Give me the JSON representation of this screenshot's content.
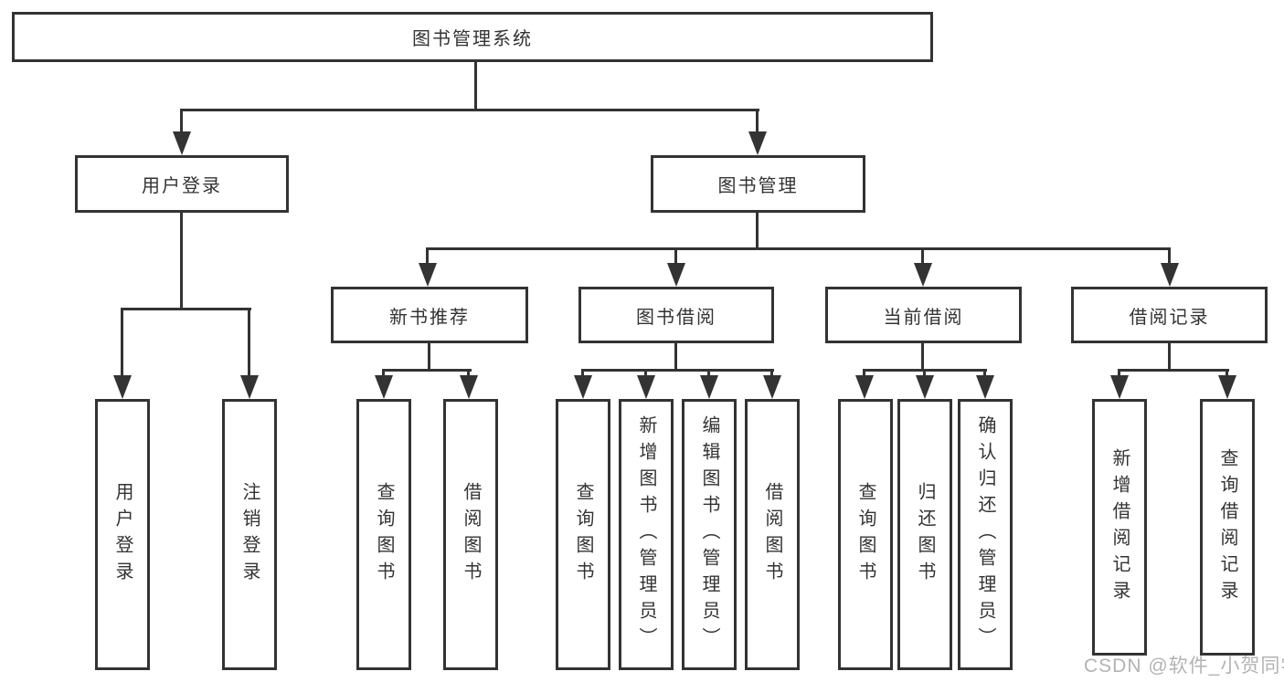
{
  "root": {
    "label": "图书管理系统"
  },
  "level2": [
    {
      "label": "用户登录"
    },
    {
      "label": "图书管理"
    }
  ],
  "level3": [
    {
      "label": "新书推荐"
    },
    {
      "label": "图书借阅"
    },
    {
      "label": "当前借阅"
    },
    {
      "label": "借阅记录"
    }
  ],
  "leaves": [
    {
      "label": "用户登录"
    },
    {
      "label": "注销登录"
    },
    {
      "label": "查询图书"
    },
    {
      "label": "借阅图书"
    },
    {
      "label": "查询图书"
    },
    {
      "label": "新增图书（管理员）"
    },
    {
      "label": "编辑图书（管理员）"
    },
    {
      "label": "借阅图书"
    },
    {
      "label": "查询图书"
    },
    {
      "label": "归还图书"
    },
    {
      "label": "确认归还（管理员）"
    },
    {
      "label": "新增借阅记录"
    },
    {
      "label": "查询借阅记录"
    }
  ],
  "watermark": "CSDN @软件_小贺同学",
  "colors": {
    "line": "#333333",
    "text": "#333333",
    "watermark": "#b3b3b3",
    "background": "#ffffff"
  }
}
